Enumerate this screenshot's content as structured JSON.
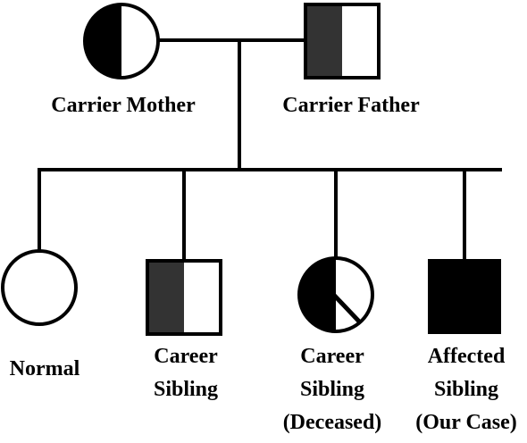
{
  "colors": {
    "stroke": "#000000",
    "affected_fill": "#000000",
    "carrier_dark_fill": "#333333",
    "unaffected_fill": "#ffffff",
    "background": "#ffffff"
  },
  "parents": {
    "mother": {
      "label": "Carrier Mother",
      "shape": "circle",
      "status": "carrier"
    },
    "father": {
      "label": "Carrier Father",
      "shape": "square",
      "status": "carrier"
    }
  },
  "children": [
    {
      "lines": [
        "Normal"
      ],
      "shape": "circle",
      "status": "unaffected"
    },
    {
      "lines": [
        "Career",
        "Sibling"
      ],
      "shape": "square",
      "status": "carrier"
    },
    {
      "lines": [
        "Career",
        "Sibling",
        "(Deceased)"
      ],
      "shape": "circle",
      "status": "carrier",
      "deceased": true
    },
    {
      "lines": [
        "Affected",
        "Sibling",
        "(Our Case)"
      ],
      "shape": "square",
      "status": "affected"
    }
  ]
}
